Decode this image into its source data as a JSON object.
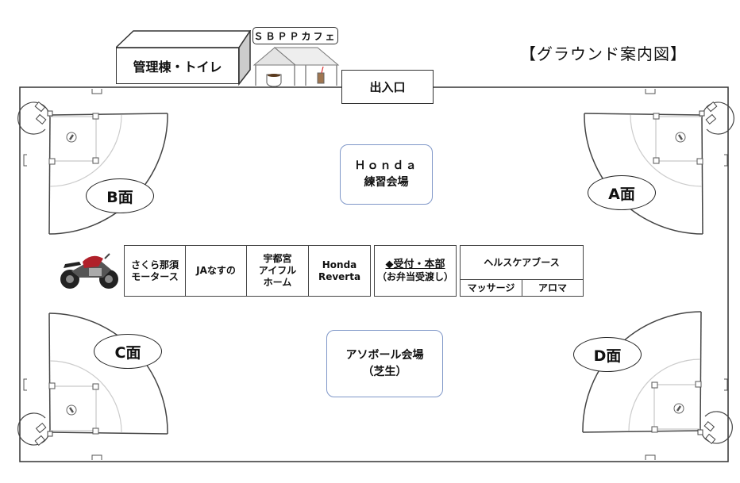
{
  "title": "【グラウンド案内図】",
  "buildings": {
    "admin": "管理棟・トイレ",
    "cafe": "ＳＢＰＰカフェ",
    "entrance": "出入口"
  },
  "fields": {
    "a": "A面",
    "b": "B面",
    "c": "C面",
    "d": "D面"
  },
  "venues": {
    "honda_practice": {
      "line1": "Ｈｏｎｄａ",
      "line2": "練習会場"
    },
    "asobol": {
      "line1": "アソボール会場",
      "line2": "（芝生）"
    }
  },
  "booths": [
    {
      "line1": "さくら那須",
      "line2": "モータース"
    },
    {
      "line1": "JAなすの"
    },
    {
      "line1": "宇都宮",
      "line2": "アイフル",
      "line3": "ホーム"
    },
    {
      "line1": "Honda",
      "line2": "Reverta"
    }
  ],
  "reception": {
    "line1": "◆受付・本部",
    "line2": "（お弁当受渡し）"
  },
  "healthcare": {
    "title": "ヘルスケアブース",
    "sub1": "マッサージ",
    "sub2": "アロマ"
  },
  "colors": {
    "venue_border": "#7f97c8",
    "line": "#333333"
  }
}
